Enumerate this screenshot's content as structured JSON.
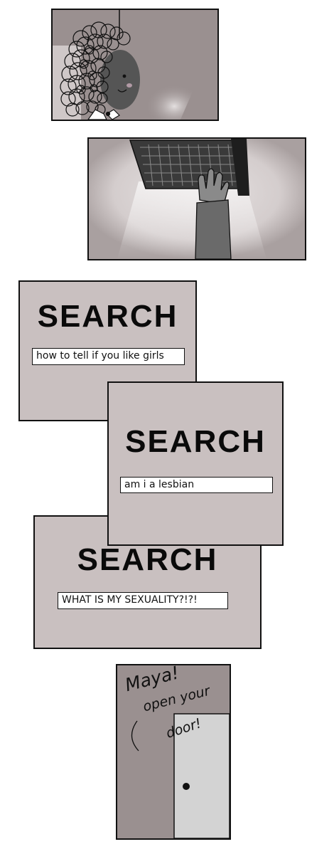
{
  "searches": [
    {
      "title": "SEARCH",
      "query": "how to tell if you like girls"
    },
    {
      "title": "SEARCH",
      "query": "am i a lesbian"
    },
    {
      "title": "SEARCH",
      "query": "WHAT IS MY SEXUALITY?!?!"
    }
  ],
  "door_panel": {
    "speech_lines": [
      "Maya!",
      "open your",
      "door!"
    ]
  },
  "colors": {
    "panel_gray": "#9a9090",
    "search_bg": "#c9c0c0",
    "door": "#d3d3d3",
    "hair": "#111111",
    "skin": "#555555"
  }
}
